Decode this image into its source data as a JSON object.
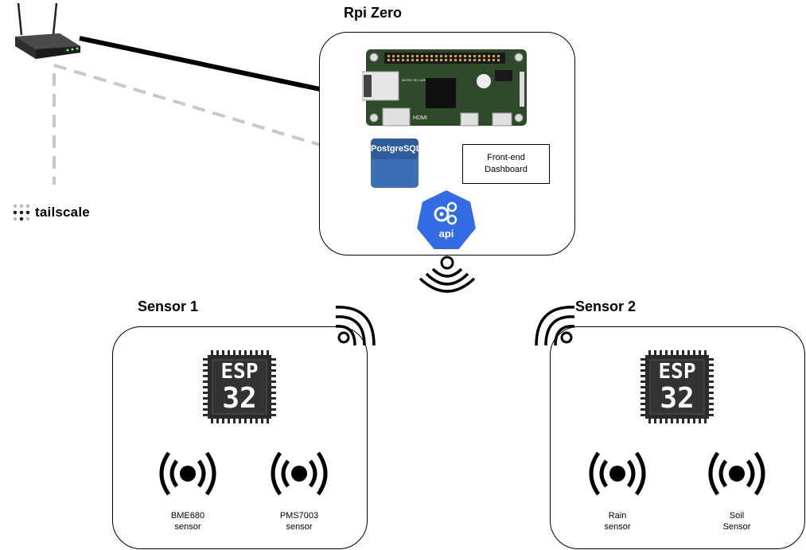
{
  "rpi": {
    "title": "Rpi Zero",
    "board": {
      "sd_label": "MICRO SD CARD",
      "hdmi_label": "HDMI"
    },
    "postgres_label": "PostgreSQL",
    "dashboard_label": "Front-end\nDashboard",
    "api_label": "api"
  },
  "tailscale": {
    "label": "tailscale"
  },
  "sensor1": {
    "title": "Sensor 1",
    "chip": {
      "line1": "ESP",
      "line2": "32"
    },
    "sensors": [
      {
        "label": "BME680\nsensor"
      },
      {
        "label": "PMS7003\nsensor"
      }
    ]
  },
  "sensor2": {
    "title": "Sensor 2",
    "chip": {
      "line1": "ESP",
      "line2": "32"
    },
    "sensors": [
      {
        "label": "Rain\nsensor"
      },
      {
        "label": "Soil\nSensor"
      }
    ]
  },
  "colors": {
    "board_green": "#2f4a2a",
    "postgres_blue": "#3a6fb5",
    "api_blue": "#326ce5",
    "chip_dark": "#2b2b2b",
    "dashed_gray": "#c8c8c8"
  }
}
